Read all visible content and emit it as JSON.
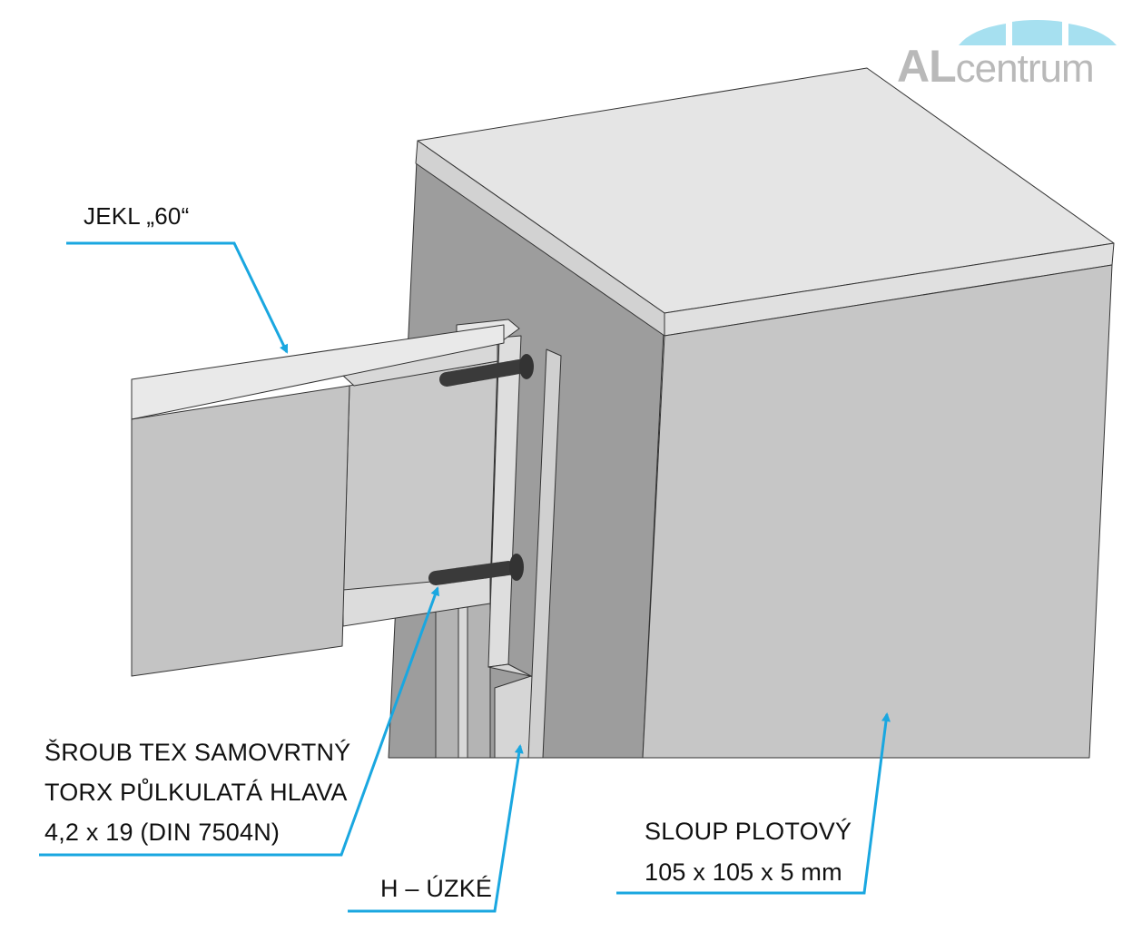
{
  "logo": {
    "text_a": "AL",
    "text_b": "centrum",
    "arc_color": "#a6e0f0"
  },
  "labels": {
    "jekl": "JEKL „60“",
    "screw_line1": "ŠROUB TEX SAMOVRTNÝ",
    "screw_line2": "TORX PŮLKULATÁ HLAVA",
    "screw_line3": "4,2 x 19 (DIN 7504N)",
    "h_profile": "H – ÚZKÉ",
    "post_line1": "SLOUP PLOTOVÝ",
    "post_line2": "105 x 105 x 5 mm"
  },
  "colors": {
    "leader": "#1aa7e0"
  }
}
